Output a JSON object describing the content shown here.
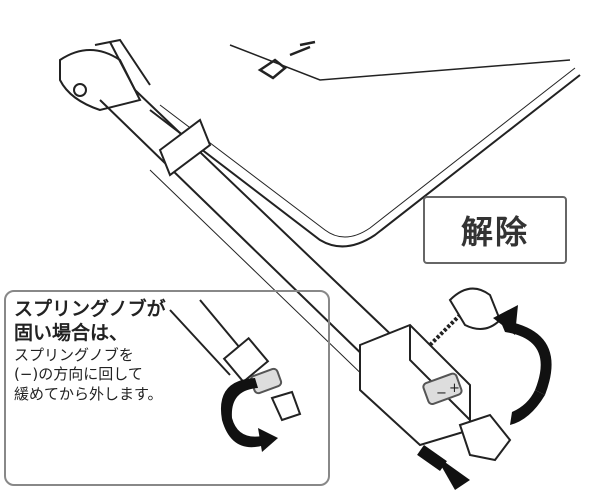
{
  "release_label": "解除",
  "callout": {
    "heading_line1": "スプリングノブが",
    "heading_line2": "固い場合は、",
    "body_line1": "スプリングノブを",
    "body_line2": "(−)の方向に回して",
    "body_line3": "緩めてから外します。"
  },
  "knob_signs": {
    "minus": "−",
    "plus": "+"
  }
}
